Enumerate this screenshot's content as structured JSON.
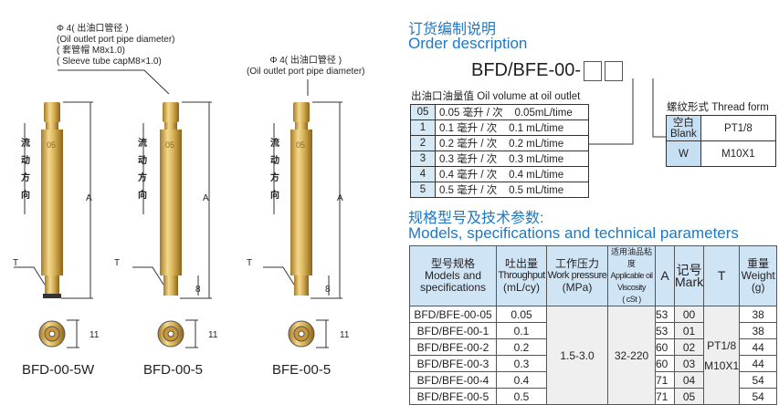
{
  "left": {
    "note1": [
      "Φ 4( 出油口管径 )",
      "(Oil outlet port pipe diameter)",
      "( 套管帽 M8x1.0)",
      "( Sleeve tube capM8×1.0)"
    ],
    "note2": [
      "Φ 4( 出油口管径 )",
      "(Oil outlet port pipe diameter)"
    ],
    "flow": "流动方向",
    "dim_A": "A",
    "dim_T": "T",
    "dim_8": "8",
    "dim_11": "11",
    "products": [
      "BFD-00-5W",
      "BFD-00-5",
      "BFE-00-5"
    ],
    "engraving": "05",
    "brass_color": "#d9b45a"
  },
  "order": {
    "title_cn": "订货编制说明",
    "title_en": "Order description",
    "code": "BFD/BFE-00-",
    "volume_label": "出油口油量值 Oil volume at oil outlet",
    "volume_rows": [
      [
        "05",
        "0.05 毫升 / 次",
        "0.05mL/time"
      ],
      [
        "1",
        "0.1 毫升 / 次",
        "0.1 mL/time"
      ],
      [
        "2",
        "0.2 毫升 / 次",
        "0.2 mL/time"
      ],
      [
        "3",
        "0.3 毫升 / 次",
        "0.3 mL/time"
      ],
      [
        "4",
        "0.4 毫升 / 次",
        "0.4 mL/time"
      ],
      [
        "5",
        "0.5 毫升 / 次",
        "0.5 mL/time"
      ]
    ],
    "thread_label": "螺纹形式 Thread form",
    "thread_rows": [
      [
        "空白",
        "Blank",
        "PT1/8"
      ],
      [
        "W",
        "",
        "M10X1"
      ]
    ]
  },
  "specs": {
    "title_cn": "规格型号及技术参数:",
    "title_en": "Models, specifications and technical parameters",
    "headers": [
      [
        "型号规格",
        "Models and",
        "specifications"
      ],
      [
        "吐出量",
        "Throughput",
        "(mL/cy)"
      ],
      [
        "工作压力",
        "Work pressure",
        "(MPa)"
      ],
      [
        "适用油品粘度",
        "Applicable oil",
        "Viscosity",
        "( cSt )"
      ],
      [
        "A"
      ],
      [
        "记号",
        "Mark"
      ],
      [
        "T"
      ],
      [
        "重量",
        "Weight",
        "(g)"
      ]
    ],
    "pressure": "1.5-3.0",
    "viscosity": "32-220",
    "thread": [
      "PT1/8",
      "M10X1"
    ],
    "rows": [
      [
        "BFD/BFE-00-05",
        "0.05",
        "53",
        "00",
        "38"
      ],
      [
        "BFD/BFE-00-1",
        "0.1",
        "53",
        "01",
        "38"
      ],
      [
        "BFD/BFE-00-2",
        "0.2",
        "60",
        "02",
        "44"
      ],
      [
        "BFD/BFE-00-3",
        "0.3",
        "60",
        "03",
        "44"
      ],
      [
        "BFD/BFE-00-4",
        "0.4",
        "71",
        "04",
        "54"
      ],
      [
        "BFD/BFE-00-5",
        "0.5",
        "71",
        "05",
        "54"
      ]
    ]
  }
}
